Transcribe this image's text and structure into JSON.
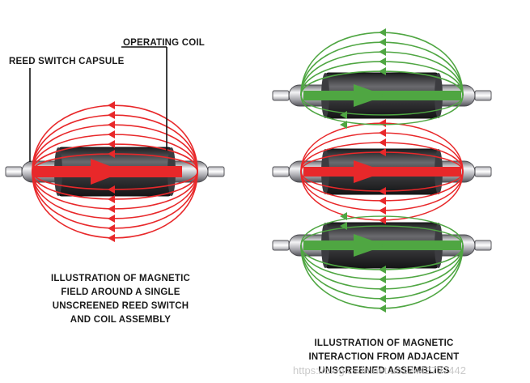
{
  "labels": {
    "operating_coil": "OPERATING COIL",
    "reed_switch_capsule": "REED SWITCH CAPSULE"
  },
  "captions": {
    "single": "ILLUSTRATION OF MAGNETIC\nFIELD AROUND A SINGLE\nUNSCREENED REED SWITCH\nAND COIL ASSEMBLY",
    "adjacent": "ILLUSTRATION OF MAGNETIC\nINTERACTION FROM ADJACENT\nUNSCREENED ASSEMBLIES"
  },
  "watermark": "https://blog.csdn.net/u012442737442",
  "colors": {
    "field_red": "#e8282a",
    "field_green": "#4fa642",
    "coil_dark": "#2e2e30",
    "capsule_silver": "#cfcfd4"
  }
}
